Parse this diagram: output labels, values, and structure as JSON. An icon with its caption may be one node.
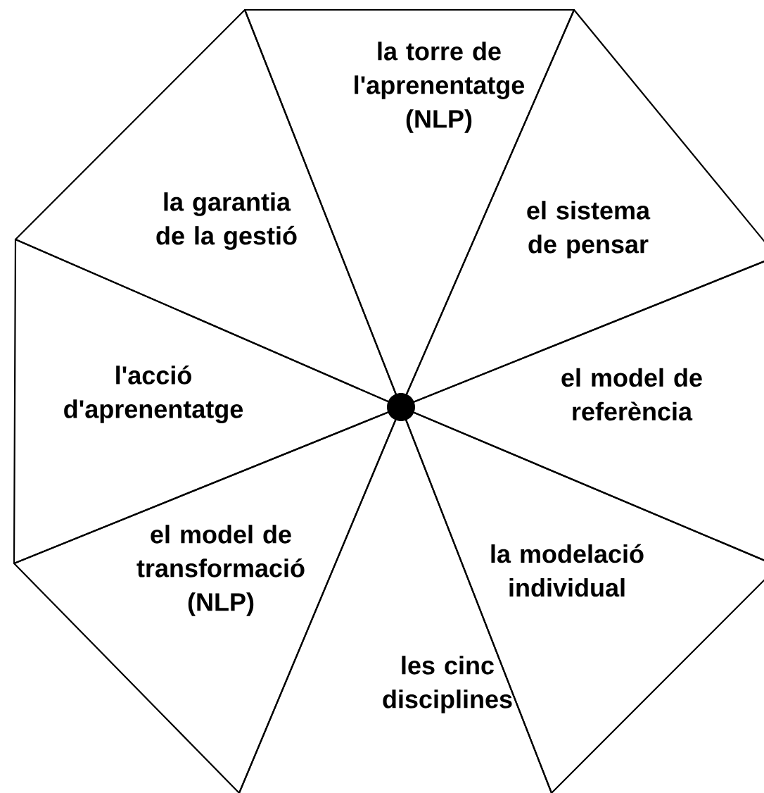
{
  "diagram": {
    "nodes": [
      {
        "text": [
          "la torre de l'aprenentatge (NLP)"
        ]
      },
      {
        "text": [
          "el sistema de pensar"
        ]
      },
      {
        "text": [
          "el model de referència"
        ]
      },
      {
        "text": [
          "la modelació individual"
        ]
      },
      {
        "text": [
          "les cinc disciplines"
        ]
      },
      {
        "text": [
          "el model de transformació (NLP)"
        ]
      },
      {
        "text": [
          "l'acció d'aprenentatge"
        ]
      },
      {
        "text": [
          "la garantia de la gestió"
        ]
      }
    ]
  }
}
